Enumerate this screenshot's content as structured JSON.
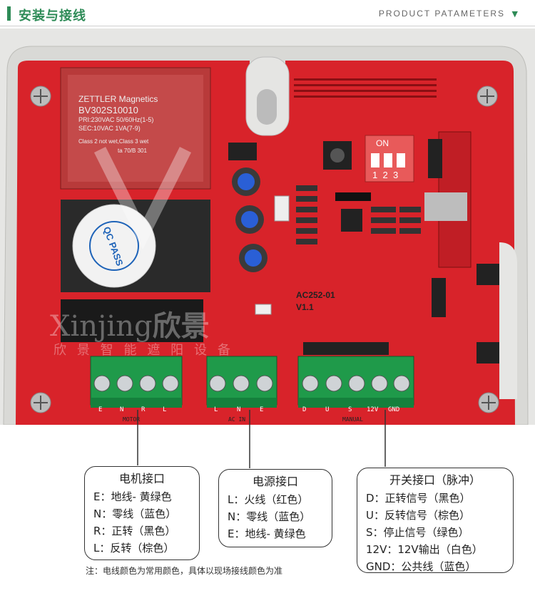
{
  "header": {
    "title": "安装与接线",
    "subtitle": "PRODUCT PATAMETERS",
    "arrow_glyph": "▼"
  },
  "board": {
    "transformer_lines": [
      "ZETTLER Magnetics",
      "BV302S10010",
      "PRI:230VAC 50/60Hz(1-5)",
      "SEC:10VAC  1VA(7-9)",
      "Class 2 not wet,Class 3 wet",
      "ta 70/B    301"
    ],
    "sticker": "QC PASS",
    "dip_label": "ON",
    "dip_numbers": [
      "1",
      "2",
      "3"
    ],
    "model": "AC252-01",
    "version": "V1.1",
    "watermark_en": "Xinjing",
    "watermark_cn": "欣景",
    "watermark_sub": "欣 景 智 能 遮 阳 设 备",
    "terminals": {
      "motor": {
        "pins": [
          "E",
          "N",
          "R",
          "L"
        ],
        "caption": "MOTOR"
      },
      "acin": {
        "pins": [
          "L",
          "N",
          "E"
        ],
        "caption": "AC IN"
      },
      "manual": {
        "pins": [
          "D",
          "U",
          "S",
          "12V",
          "GND"
        ],
        "caption": "MANUAL"
      }
    }
  },
  "boxes": {
    "motor": {
      "title": "电机接口",
      "rows": [
        "E：地线- 黄绿色",
        "N：零线（蓝色）",
        "R：正转（黑色）",
        "L：反转（棕色）"
      ]
    },
    "power": {
      "title": "电源接口",
      "rows": [
        "L：火线（红色）",
        "N：零线（蓝色）",
        "E：地线- 黄绿色"
      ]
    },
    "switch": {
      "title": "开关接口（脉冲）",
      "rows": [
        "D：正转信号（黑色）",
        "U：反转信号（棕色）",
        "S：停止信号（绿色）",
        "12V：12V输出（白色）",
        "GND：公共线（蓝色）"
      ]
    }
  },
  "note": "注：电线颜色为常用颜色，具体以现场接线颜色为准",
  "colors": {
    "pcb": "#d8232a",
    "accent": "#2e8b57",
    "terminal": "#1f9a4a"
  }
}
